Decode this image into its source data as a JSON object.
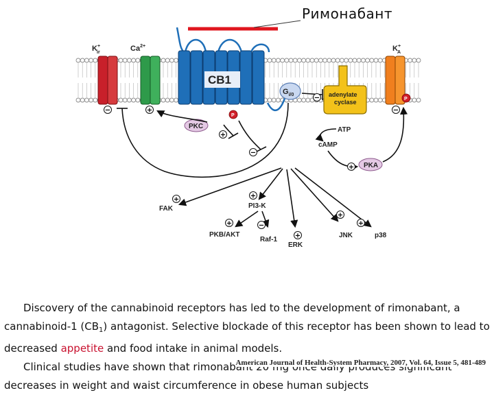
{
  "drug_label": "Римонабант",
  "diagram": {
    "channels": {
      "kir": {
        "label": "K",
        "sup": "+",
        "sub": "ir",
        "color": "#c8202a"
      },
      "ca": {
        "label": "Ca",
        "sup": "2+",
        "color": "#2e9a4a"
      },
      "ka": {
        "label": "K",
        "sup": "+",
        "sub": "A",
        "color": "#f07f1e"
      }
    },
    "receptor_label": "CB1",
    "receptor_color": "#1f6fb8",
    "g_protein": {
      "label": "G",
      "sub": "i/0"
    },
    "enzyme_label": "adenylate cyclase",
    "enzyme_lines": [
      "adenylate",
      "cyclase"
    ],
    "enzyme_color": "#f3c21a",
    "pkc": "PKC",
    "pka": "PKA",
    "atp": "ATP",
    "camp": "cAMP",
    "phospho": "P",
    "plus": "+",
    "minus": "−",
    "targets": {
      "fak": "FAK",
      "pi3k": "PI3-K",
      "pkb": "PKB/AKT",
      "raf": "Raf-1",
      "erk": "ERK",
      "jnk": "JNK",
      "p38": "p38"
    }
  },
  "body_text": {
    "p1_a": "Discovery of the cannabinoid receptors has led to the development of rimonabant, a cannabinoid-1 (CB",
    "p1_sub": "1",
    "p1_b": ") antagonist. Selective blockade of this receptor has been shown to lead to decreased ",
    "p1_hl": "appetite",
    "p1_c": " and food intake in animal models.",
    "p2": "Clinical studies have shown that rimonabant 20 mg once daily produces significant decreases in weight and waist circumference in obese human subjects"
  },
  "citation": "American Journal of Health-System Pharmacy, 2007, Vol. 64, Issue 5, 481-489",
  "colors": {
    "highlight": "#c8102e",
    "drug_bar": "#e0161e",
    "membrane": "#9a9a9a"
  }
}
